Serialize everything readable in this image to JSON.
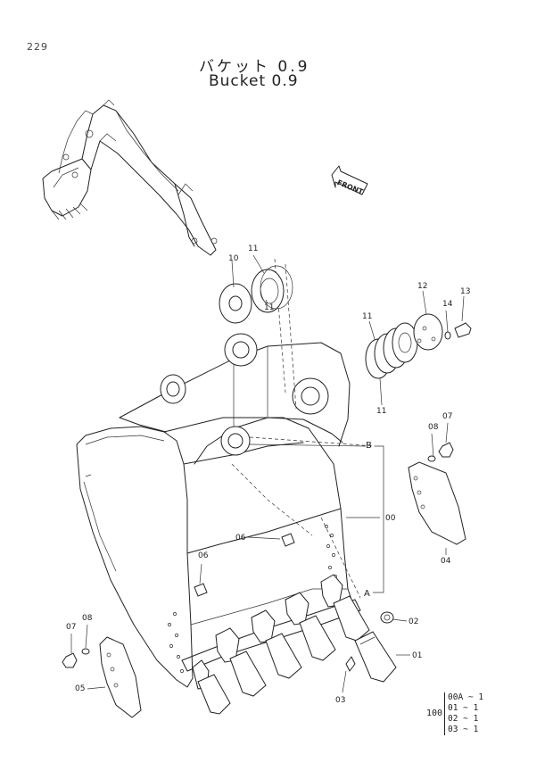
{
  "header": {
    "page_number": "229",
    "title_jp": "バケット 0.9",
    "title_en": "Bucket 0.9"
  },
  "front_marker": "FRONT",
  "callouts": {
    "p00": "00",
    "p01": "01",
    "p02": "02",
    "p03": "03",
    "p04": "04",
    "p05": "05",
    "p06a": "06",
    "p06b": "06",
    "p07a": "07",
    "p07b": "07",
    "p08a": "08",
    "p08b": "08",
    "p10": "10",
    "p11a": "11",
    "p11b": "11",
    "p11c": "11",
    "p11d": "11",
    "p12": "12",
    "p13": "13",
    "p14": "14",
    "refA": "A",
    "refB": "B"
  },
  "quantity_table": {
    "code": "100",
    "rows": [
      "00A ~ 1",
      "01 ~ 1",
      "02 ~ 1",
      "03 ~ 1"
    ]
  }
}
